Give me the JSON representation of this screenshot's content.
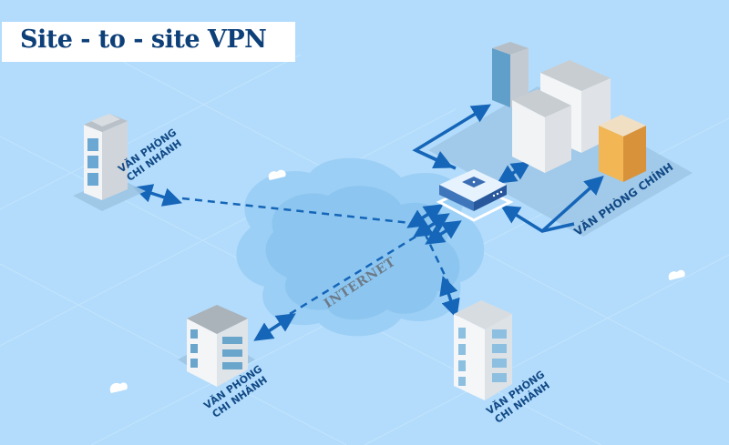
{
  "title": "Site - to - site VPN",
  "cloud_label": "INTERNET",
  "main_office": {
    "label": "VĂN PHÒNG CHÍNH",
    "icon": "office-buildings-cluster-icon"
  },
  "branches": [
    {
      "line1": "VĂN PHÒNG",
      "line2": "CHI NHÁNH",
      "icon": "building-icon"
    },
    {
      "line1": "VĂN PHÒNG",
      "line2": "CHI NHÁNH",
      "icon": "building-icon"
    },
    {
      "line1": "VĂN PHÒNG",
      "line2": "CHI NHÁNH",
      "icon": "building-icon"
    }
  ],
  "router_icon": "vpn-gateway-icon",
  "colors": {
    "background": "#b3dcfc",
    "title_text": "#0d3f78",
    "label_text": "#124a86",
    "arrow": "#1565b8",
    "cloud": "#8cc6f0",
    "accent_building": "#f2b654"
  }
}
